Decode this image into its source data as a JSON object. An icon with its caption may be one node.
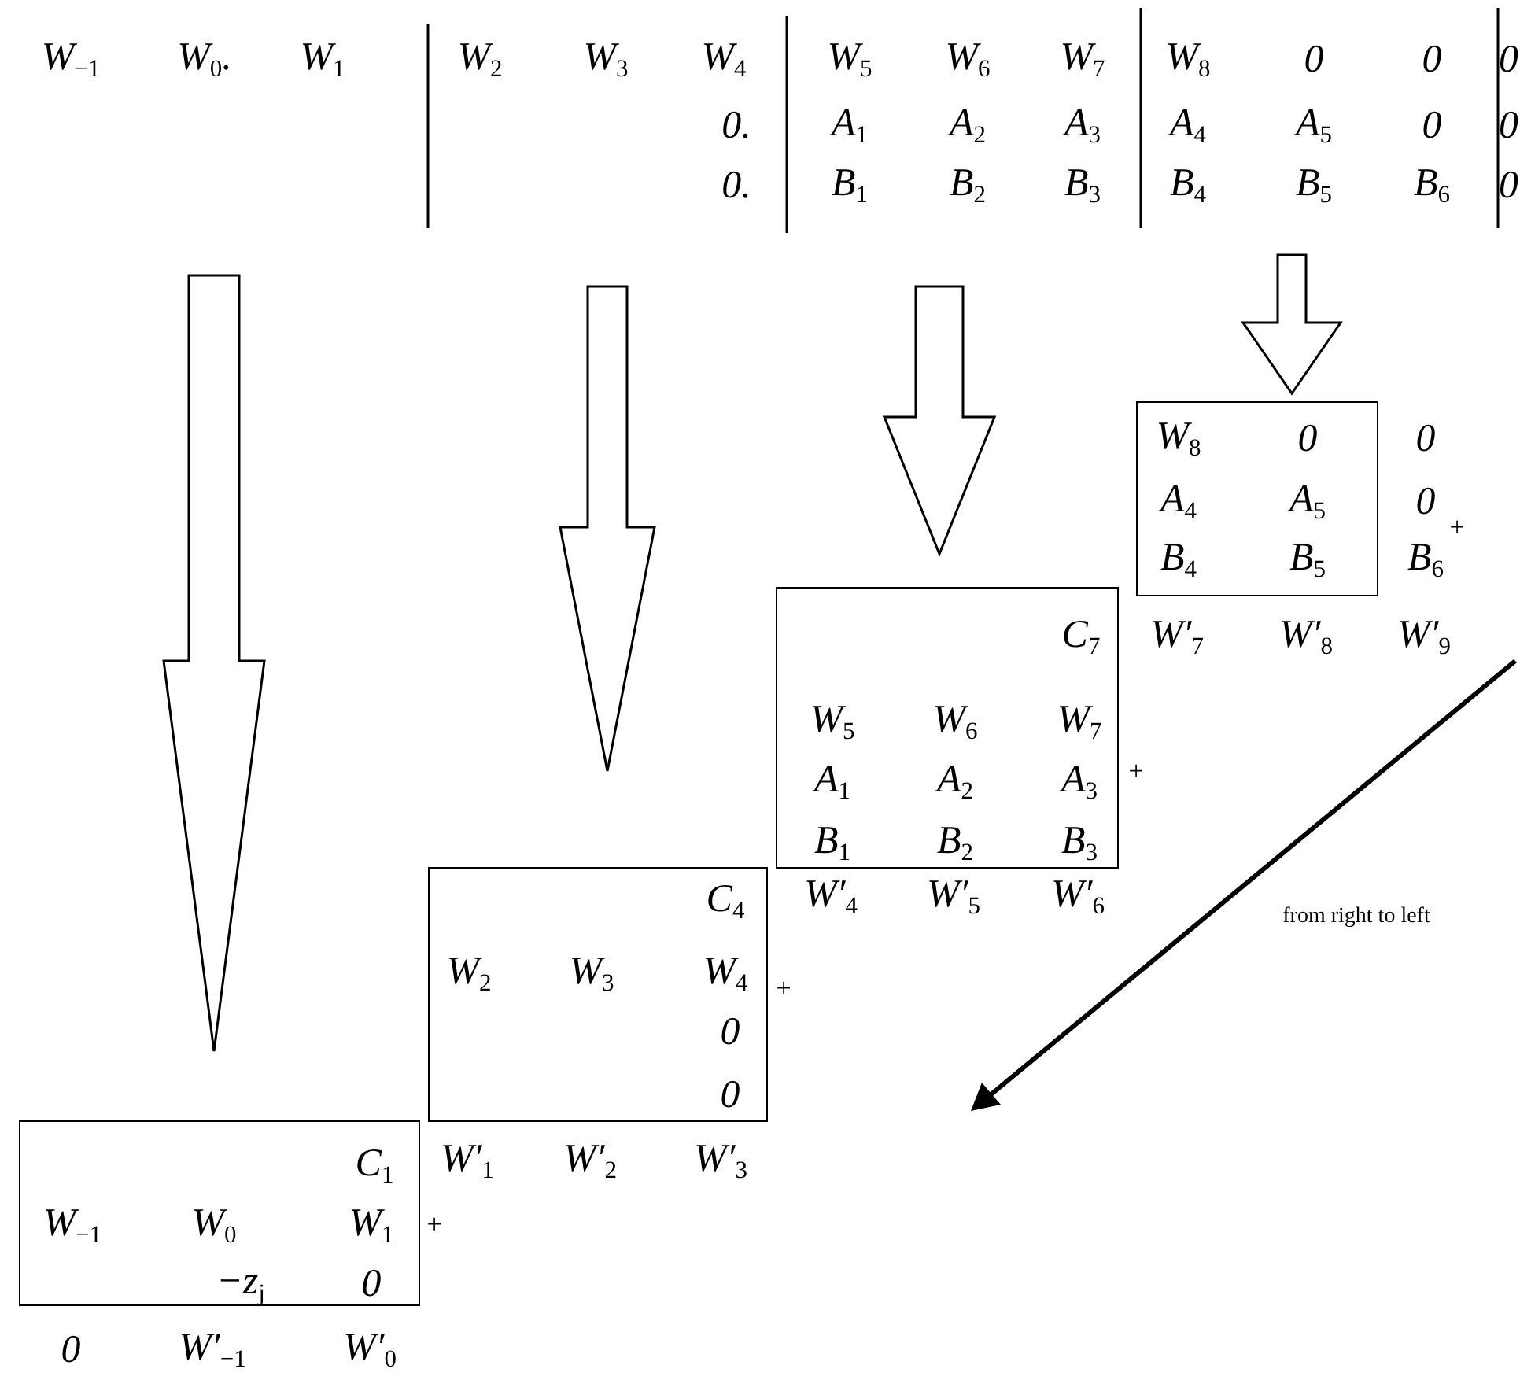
{
  "diagram": {
    "nodes": [
      {
        "text": [
          "W$_{−1}$",
          "W$_{0}$.",
          "W$_{1}$"
        ]
      },
      {
        "text": [
          "W$_{2}$",
          "W$_{3}$",
          "W$_{4}$",
          "0.",
          "0."
        ]
      },
      {
        "text": [
          "W$_{5}$",
          "W$_{6}$",
          "W$_{7}$",
          "A$_{1}$",
          "A$_{2}$",
          "A$_{3}$",
          "B$_{1}$",
          "B$_{2}$",
          "B$_{3}$"
        ]
      },
      {
        "text": [
          "W$_{8}$",
          "0",
          "0",
          "A$_{4}$",
          "A$_{5}$",
          "0",
          "B$_{4}$",
          "B$_{5}$",
          "B$_{6}$"
        ]
      },
      {
        "text": [
          "W$_{8}$",
          "0",
          "0",
          "A$_{4}$",
          "A$_{5}$",
          "0",
          "B$_{4}$",
          "B$_{5}$",
          "B$_{6}$"
        ],
        "beside": [
          "+",
          "W′$_{7}$",
          "W′$_{8}$",
          "W′$_{9}$"
        ]
      },
      {
        "text": [
          "C$_{7}$",
          "W$_{5}$",
          "W$_{6}$",
          "W$_{7}$",
          "A$_{1}$",
          "A$_{2}$",
          "A$_{3}$",
          "B$_{1}$",
          "B$_{2}$",
          "B$_{3}$"
        ],
        "beside": [
          "+",
          "W′$_{4}$",
          "W′$_{5}$",
          "W′$_{6}$"
        ]
      },
      {
        "text": [
          "C$_{4}$",
          "W$_{2}$",
          "W$_{3}$",
          "W$_{4}$",
          "0",
          "0"
        ],
        "beside": [
          "+",
          "W′$_{1}$",
          "W′$_{2}$",
          "W′$_{3}$"
        ]
      },
      {
        "text": [
          "C$_{1}$",
          "W$_{−1}$",
          "W$_{0}$",
          "W$_{1}$",
          "−z$_{j}$",
          "0"
        ],
        "beside": [
          "+",
          "0",
          "W′$_{−1}$",
          "W′$_{0}$"
        ]
      }
    ],
    "edges": [
      {
        "from": 0,
        "to": 7,
        "arrow": "to"
      },
      {
        "from": 1,
        "to": 6,
        "arrow": "to"
      },
      {
        "from": 2,
        "to": 5,
        "arrow": "to"
      },
      {
        "from": 3,
        "to": 4,
        "arrow": "to"
      }
    ],
    "labels": [
      "0",
      "0",
      "0",
      "from right to left"
    ]
  }
}
